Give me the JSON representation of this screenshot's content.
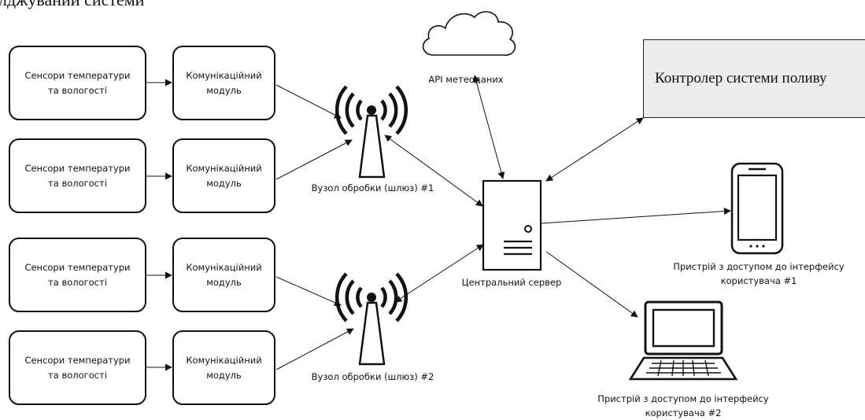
{
  "title_partial": "лджуваний системи",
  "sensor_label": "Сенсори температури та вологості",
  "sensor_line1": "Сенсори температури",
  "sensor_line2": "та вологості",
  "module_line1": "Комунікаційний",
  "module_line2": "модуль",
  "gateway1_label": "Вузол обробки (шлюз) #1",
  "gateway2_label": "Вузол обробки (шлюз) #2",
  "weather_api_label": "API метеоданих",
  "server_label": "Центральний сервер",
  "controller_label": "Контролер системи поливу",
  "device1_line1": "Пристрій з доступом до інтерфейсу",
  "device1_line2": "користувача #1",
  "device2_line1": "Пристрій з доступом до інтерфейсу",
  "device2_line2": "користувача #2"
}
